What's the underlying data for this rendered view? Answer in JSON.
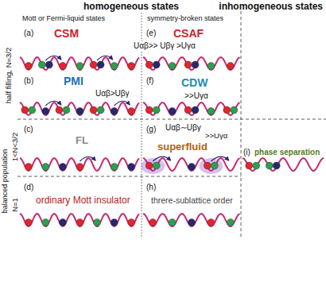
{
  "diagram": {
    "labels": [
      "homogeneous states",
      "inhomogeneous states",
      "Mott or Fermi-liquid states",
      "symmetry-broken states",
      "half filling, N=3/2",
      "1<N<3/2",
      "N=1",
      "balanced population",
      "(a)",
      "CSM",
      "Uαβ>> Uβγ >Uγα",
      "(e)",
      "CSAF",
      "(b)",
      "PMI",
      "Uαβ>Uβγ",
      "(f)",
      "CDW",
      ">>Uγα",
      "(c)",
      "FL",
      "(g)",
      "Uαβ∼Uβγ",
      ">>Uγα",
      "superfluid",
      "(i)",
      "phase separation",
      "(d)",
      "ordinary Mott insulator",
      "(h)",
      "threre-sublattice order"
    ]
  }
}
